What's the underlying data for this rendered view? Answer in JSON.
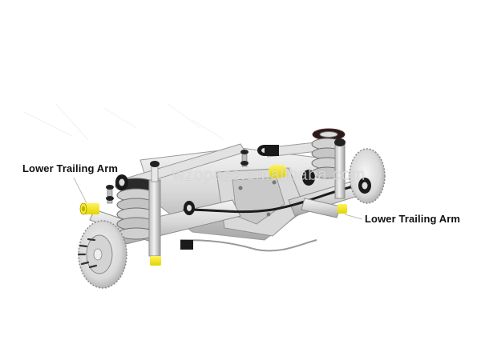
{
  "diagram": {
    "subject": "rear-suspension-assembly",
    "callouts": [
      {
        "id": "left",
        "label": "Lower Trailing Arm"
      },
      {
        "id": "right",
        "label": "Lower Trailing Arm"
      }
    ],
    "watermark": "wzopass.en.alibaba.com",
    "colors": {
      "background": "#ffffff",
      "bushing_highlight": "#f2ea1c",
      "metal_light": "#e6e6e6",
      "metal_mid": "#c4c4c4",
      "metal_dark": "#8c8c8c",
      "rubber": "#1a1a1a",
      "label_text": "#111111"
    }
  }
}
